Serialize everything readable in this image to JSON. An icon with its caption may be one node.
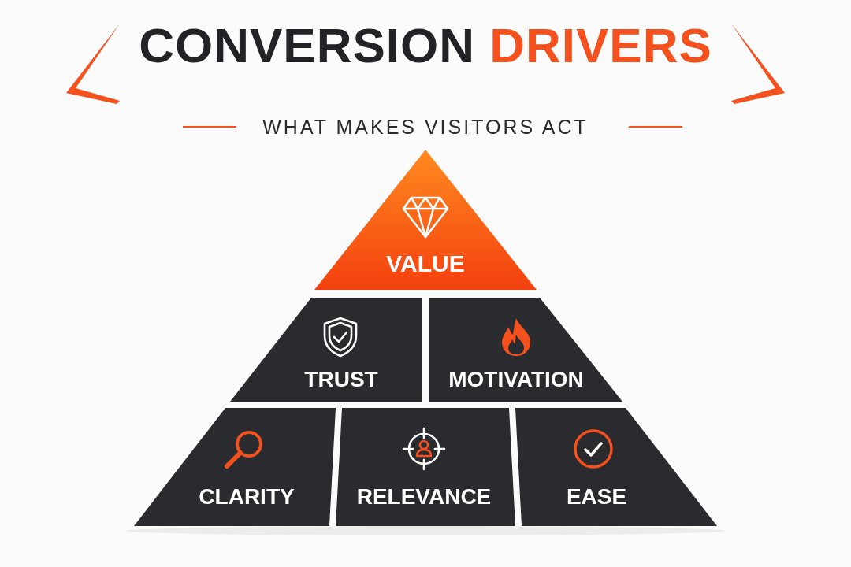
{
  "diagram": {
    "title": "CONVERSION **DRIVERS**",
    "nodes": [
      {
        "text": [
          "VALUE"
        ]
      },
      {
        "text": [
          "TRUST"
        ]
      },
      {
        "text": [
          "MOTIVATION"
        ]
      },
      {
        "text": [
          "CLARITY"
        ]
      },
      {
        "text": [
          "RELEVANCE"
        ]
      },
      {
        "text": [
          "EASE"
        ]
      }
    ],
    "labels": [
      "WHAT MAKES VISITORS ACT"
    ]
  }
}
